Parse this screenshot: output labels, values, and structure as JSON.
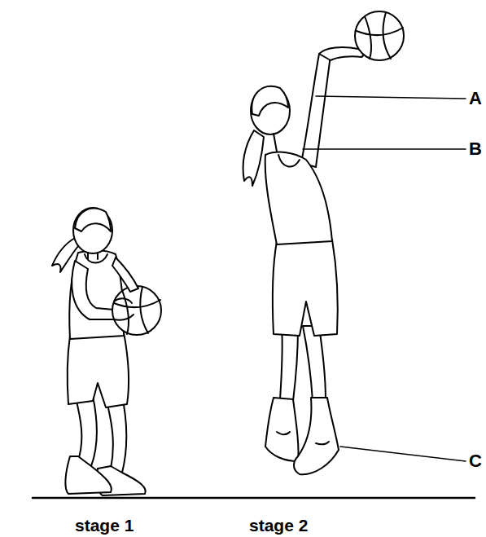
{
  "diagram": {
    "labels": [
      "A",
      "B",
      "C",
      "stage 1",
      "stage 2"
    ]
  }
}
